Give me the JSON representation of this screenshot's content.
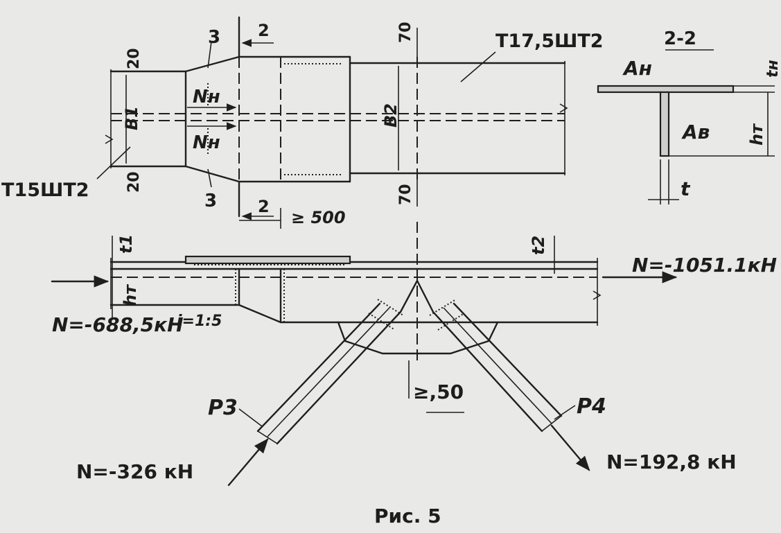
{
  "plan_view": {
    "section_mark_left_top": "3",
    "section_mark_left_bottom": "3",
    "section_cut_top": "2",
    "section_cut_bottom": "2",
    "dim_top_left": "20",
    "dim_bottom_left": "20",
    "dim_top_right": "70",
    "dim_bottom_right": "70",
    "width_left": "B1",
    "width_right": "B2",
    "force_top": "Nн",
    "force_bottom": "Nн",
    "profile_left": "Т15ШТ2",
    "profile_right": "Т17,5ШТ2",
    "overlap_min": "≥ 500"
  },
  "section_view": {
    "title": "2-2",
    "flange_area": "Ан",
    "web_area": "Ав",
    "flange_thickness": "tн",
    "web_height": "hт",
    "web_thickness": "t"
  },
  "elevation_view": {
    "chord_thickness_left": "t1",
    "chord_thickness_right": "t2",
    "chord_height": "hт",
    "slope": "i=1:5",
    "force_left": "N=-688,5кН",
    "force_right": "N=-1051.1кН",
    "gap_min": "≥,50",
    "brace_left_label": "P3",
    "brace_right_label": "P4",
    "force_brace_left": "N=-326 кН",
    "force_brace_right": "N=192,8 кН"
  },
  "caption": "Рис. 5"
}
